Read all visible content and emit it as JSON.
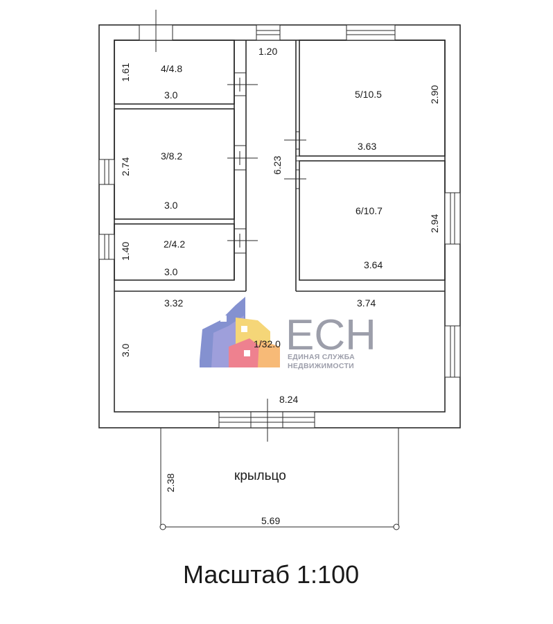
{
  "plan": {
    "scale_label": "Масштаб 1:100",
    "porch_label": "крыльцо",
    "rooms": [
      {
        "id": "room-4",
        "label": "4/4.8"
      },
      {
        "id": "room-3",
        "label": "3/8.2"
      },
      {
        "id": "room-2",
        "label": "2/4.2"
      },
      {
        "id": "room-5",
        "label": "5/10.5"
      },
      {
        "id": "room-6",
        "label": "6/10.7"
      },
      {
        "id": "room-1",
        "label": "1/32.0"
      }
    ],
    "dimensions": {
      "corridor_width": "1.20",
      "corridor_length": "6.23",
      "room4_height": "1.61",
      "room4_width": "3.0",
      "room3_height": "2.74",
      "room3_width": "3.0",
      "room2_height": "1.40",
      "room2_width": "3.0",
      "room5_height": "2.90",
      "room5_width": "3.63",
      "room6_height": "2.94",
      "room6_width": "3.64",
      "room1_left_width": "3.32",
      "room1_right_width": "3.74",
      "room1_height": "3.0",
      "room1_total_width": "8.24",
      "porch_depth": "2.38",
      "porch_width": "5.69"
    }
  },
  "watermark": {
    "brand": "ЕСН",
    "line1": "ЕДИНАЯ СЛУЖБА",
    "line2": "НЕДВИЖИМОСТИ",
    "colors": [
      "#5b6dc1",
      "#7e7fd0",
      "#f2c94c",
      "#e9576a",
      "#f5a34a"
    ]
  }
}
